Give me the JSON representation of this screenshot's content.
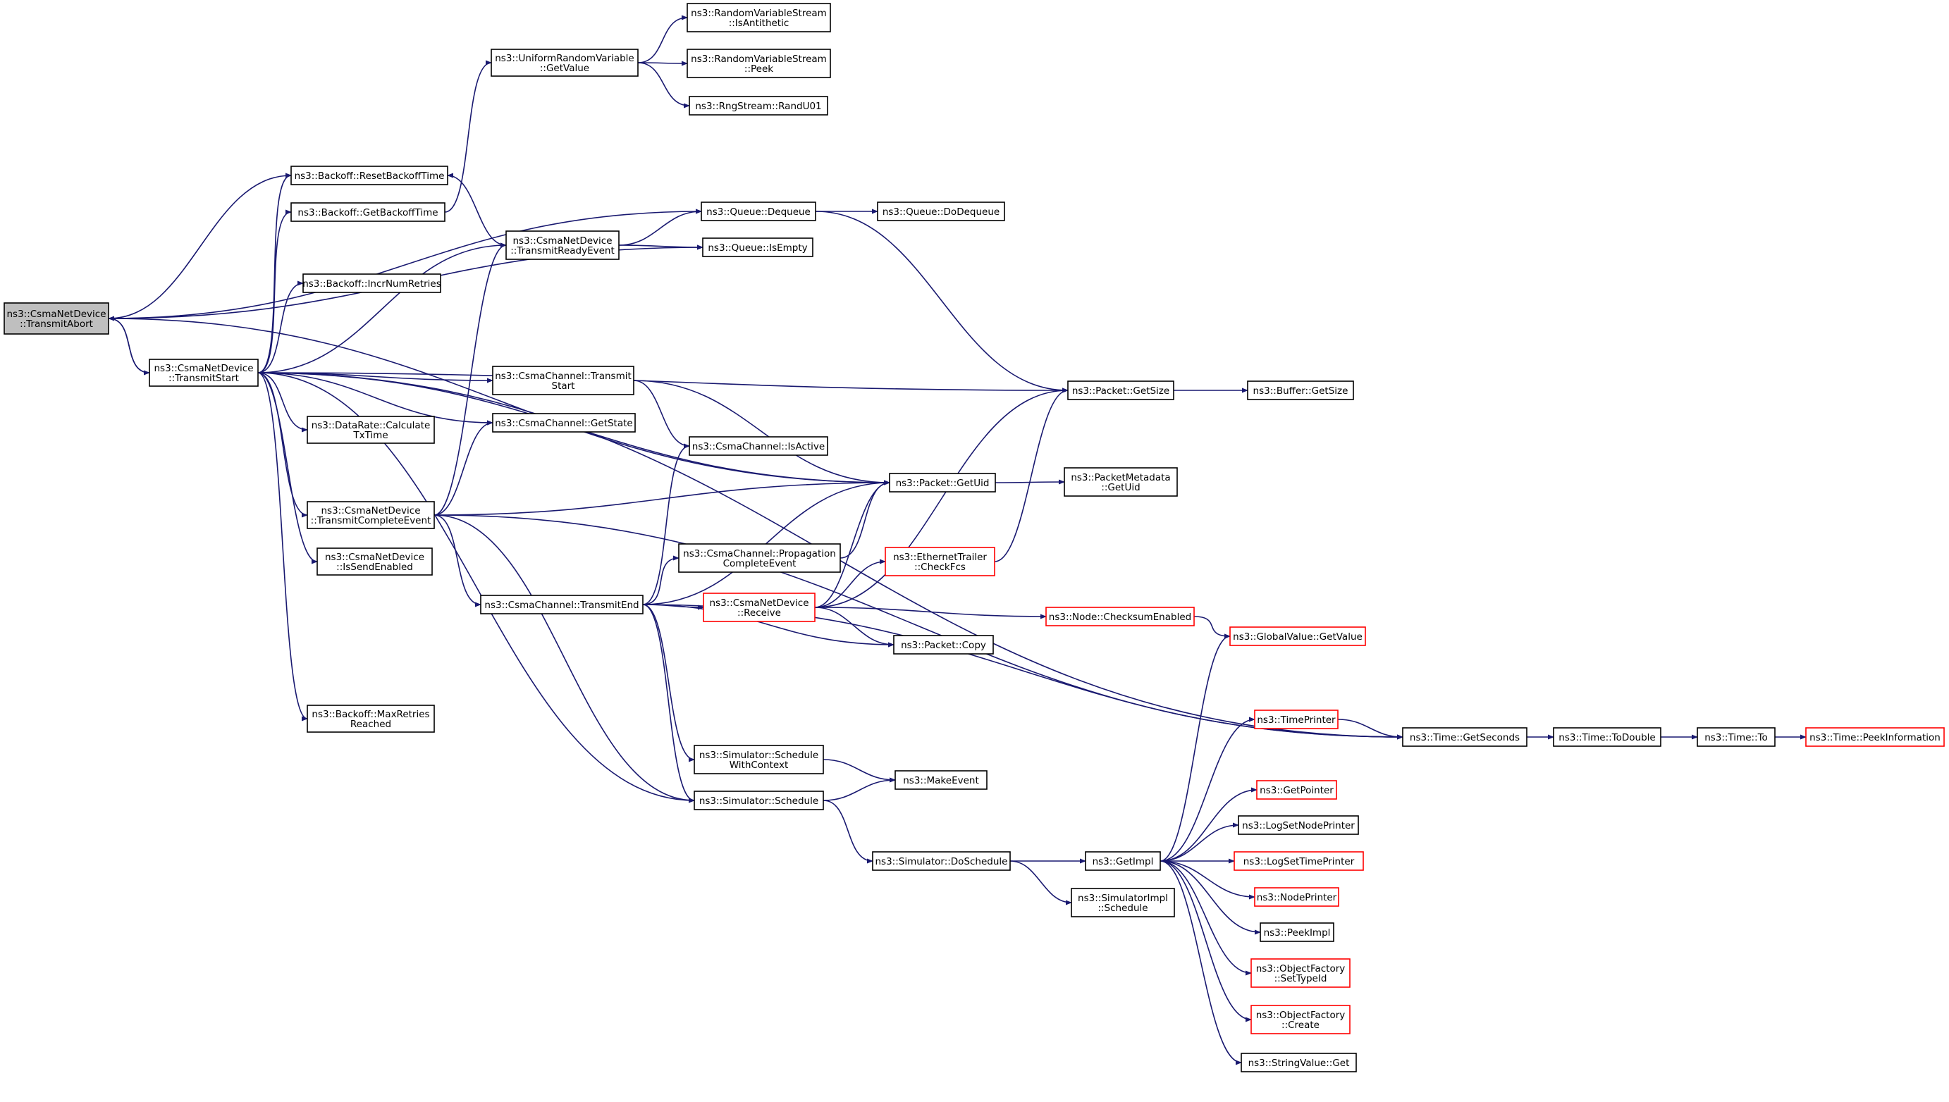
{
  "nodes": {
    "transmit_abort": {
      "lines": [
        "ns3::CsmaNetDevice",
        "::TransmitAbort"
      ],
      "style": "current"
    },
    "transmit_start": {
      "lines": [
        "ns3::CsmaNetDevice",
        "::TransmitStart"
      ],
      "style": "normal"
    },
    "backoff_reset": {
      "lines": [
        "ns3::Backoff::ResetBackoffTime"
      ],
      "style": "normal"
    },
    "backoff_get": {
      "lines": [
        "ns3::Backoff::GetBackoffTime"
      ],
      "style": "normal"
    },
    "backoff_incr": {
      "lines": [
        "ns3::Backoff::IncrNumRetries"
      ],
      "style": "normal"
    },
    "datarate_calc": {
      "lines": [
        "ns3::DataRate::Calculate",
        "TxTime"
      ],
      "style": "normal"
    },
    "transmit_complete": {
      "lines": [
        "ns3::CsmaNetDevice",
        "::TransmitCompleteEvent"
      ],
      "style": "normal"
    },
    "is_send_enabled": {
      "lines": [
        "ns3::CsmaNetDevice",
        "::IsSendEnabled"
      ],
      "style": "normal"
    },
    "backoff_max": {
      "lines": [
        "ns3::Backoff::MaxRetries",
        "Reached"
      ],
      "style": "normal"
    },
    "uniform_getvalue": {
      "lines": [
        "ns3::UniformRandomVariable",
        "::GetValue"
      ],
      "style": "normal"
    },
    "transmit_ready": {
      "lines": [
        "ns3::CsmaNetDevice",
        "::TransmitReadyEvent"
      ],
      "style": "normal"
    },
    "channel_tstart": {
      "lines": [
        "ns3::CsmaChannel::Transmit",
        "Start"
      ],
      "style": "normal"
    },
    "channel_getstate": {
      "lines": [
        "ns3::CsmaChannel::GetState"
      ],
      "style": "normal"
    },
    "channel_tend": {
      "lines": [
        "ns3::CsmaChannel::TransmitEnd"
      ],
      "style": "normal"
    },
    "rvs_isanti": {
      "lines": [
        "ns3::RandomVariableStream",
        "::IsAntithetic"
      ],
      "style": "normal"
    },
    "rvs_peek": {
      "lines": [
        "ns3::RandomVariableStream",
        "::Peek"
      ],
      "style": "normal"
    },
    "rng_randu01": {
      "lines": [
        "ns3::RngStream::RandU01"
      ],
      "style": "normal"
    },
    "queue_dequeue": {
      "lines": [
        "ns3::Queue::Dequeue"
      ],
      "style": "normal"
    },
    "queue_isempty": {
      "lines": [
        "ns3::Queue::IsEmpty"
      ],
      "style": "normal"
    },
    "channel_isactive": {
      "lines": [
        "ns3::CsmaChannel::IsActive"
      ],
      "style": "normal"
    },
    "channel_propag": {
      "lines": [
        "ns3::CsmaChannel::Propagation",
        "CompleteEvent"
      ],
      "style": "normal"
    },
    "netdev_receive": {
      "lines": [
        "ns3::CsmaNetDevice",
        "::Receive"
      ],
      "style": "red"
    },
    "sim_sched_ctx": {
      "lines": [
        "ns3::Simulator::Schedule",
        "WithContext"
      ],
      "style": "normal"
    },
    "sim_schedule": {
      "lines": [
        "ns3::Simulator::Schedule"
      ],
      "style": "normal"
    },
    "queue_dodequeue": {
      "lines": [
        "ns3::Queue::DoDequeue"
      ],
      "style": "normal"
    },
    "packet_getuid": {
      "lines": [
        "ns3::Packet::GetUid"
      ],
      "style": "normal"
    },
    "packet_copy": {
      "lines": [
        "ns3::Packet::Copy"
      ],
      "style": "normal"
    },
    "ethernet_checkfcs": {
      "lines": [
        "ns3::EthernetTrailer",
        "::CheckFcs"
      ],
      "style": "red"
    },
    "make_event": {
      "lines": [
        "ns3::MakeEvent"
      ],
      "style": "normal"
    },
    "sim_doschedule": {
      "lines": [
        "ns3::Simulator::DoSchedule"
      ],
      "style": "normal"
    },
    "node_checksum": {
      "lines": [
        "ns3::Node::ChecksumEnabled"
      ],
      "style": "red"
    },
    "packet_getsize": {
      "lines": [
        "ns3::Packet::GetSize"
      ],
      "style": "normal"
    },
    "pktmeta_getuid": {
      "lines": [
        "ns3::PacketMetadata",
        "::GetUid"
      ],
      "style": "normal"
    },
    "get_impl": {
      "lines": [
        "ns3::GetImpl"
      ],
      "style": "normal"
    },
    "simimpl_schedule": {
      "lines": [
        "ns3::SimulatorImpl",
        "::Schedule"
      ],
      "style": "normal"
    },
    "buffer_getsize": {
      "lines": [
        "ns3::Buffer::GetSize"
      ],
      "style": "normal"
    },
    "globalvalue_get": {
      "lines": [
        "ns3::GlobalValue::GetValue"
      ],
      "style": "red"
    },
    "time_printer": {
      "lines": [
        "ns3::TimePrinter"
      ],
      "style": "red"
    },
    "get_pointer": {
      "lines": [
        "ns3::GetPointer"
      ],
      "style": "red"
    },
    "log_set_node": {
      "lines": [
        "ns3::LogSetNodePrinter"
      ],
      "style": "normal"
    },
    "log_set_time": {
      "lines": [
        "ns3::LogSetTimePrinter"
      ],
      "style": "red"
    },
    "node_printer": {
      "lines": [
        "ns3::NodePrinter"
      ],
      "style": "red"
    },
    "peek_impl": {
      "lines": [
        "ns3::PeekImpl"
      ],
      "style": "normal"
    },
    "objfactory_settype": {
      "lines": [
        "ns3::ObjectFactory",
        "::SetTypeId"
      ],
      "style": "red"
    },
    "objfactory_create": {
      "lines": [
        "ns3::ObjectFactory",
        "::Create"
      ],
      "style": "red"
    },
    "stringvalue_get": {
      "lines": [
        "ns3::StringValue::Get"
      ],
      "style": "normal"
    },
    "time_getseconds": {
      "lines": [
        "ns3::Time::GetSeconds"
      ],
      "style": "normal"
    },
    "time_todouble": {
      "lines": [
        "ns3::Time::ToDouble"
      ],
      "style": "normal"
    },
    "time_to": {
      "lines": [
        "ns3::Time::To"
      ],
      "style": "normal"
    },
    "time_peekinfo": {
      "lines": [
        "ns3::Time::PeekInformation"
      ],
      "style": "red"
    }
  },
  "edges": [
    [
      "transmit_abort",
      "transmit_start"
    ],
    [
      "transmit_abort",
      "backoff_reset"
    ],
    [
      "transmit_abort",
      "queue_dequeue"
    ],
    [
      "transmit_abort",
      "queue_isempty"
    ],
    [
      "transmit_abort",
      "packet_getuid"
    ],
    [
      "transmit_start",
      "transmit_abort"
    ],
    [
      "transmit_start",
      "backoff_reset"
    ],
    [
      "transmit_start",
      "backoff_get"
    ],
    [
      "transmit_start",
      "backoff_incr"
    ],
    [
      "transmit_start",
      "datarate_calc"
    ],
    [
      "transmit_start",
      "transmit_complete"
    ],
    [
      "transmit_start",
      "is_send_enabled"
    ],
    [
      "transmit_start",
      "backoff_max"
    ],
    [
      "transmit_start",
      "transmit_ready"
    ],
    [
      "transmit_start",
      "channel_tstart"
    ],
    [
      "transmit_start",
      "channel_getstate"
    ],
    [
      "transmit_start",
      "packet_getuid"
    ],
    [
      "transmit_start",
      "packet_getsize"
    ],
    [
      "transmit_start",
      "sim_schedule"
    ],
    [
      "transmit_start",
      "time_getseconds"
    ],
    [
      "backoff_get",
      "uniform_getvalue"
    ],
    [
      "uniform_getvalue",
      "rvs_isanti"
    ],
    [
      "uniform_getvalue",
      "rvs_peek"
    ],
    [
      "uniform_getvalue",
      "rng_randu01"
    ],
    [
      "transmit_ready",
      "backoff_reset"
    ],
    [
      "transmit_ready",
      "queue_dequeue"
    ],
    [
      "transmit_ready",
      "queue_isempty"
    ],
    [
      "transmit_complete",
      "transmit_ready"
    ],
    [
      "transmit_complete",
      "channel_getstate"
    ],
    [
      "transmit_complete",
      "channel_tend"
    ],
    [
      "transmit_complete",
      "packet_getuid"
    ],
    [
      "transmit_complete",
      "sim_schedule"
    ],
    [
      "transmit_complete",
      "time_getseconds"
    ],
    [
      "channel_tstart",
      "channel_isactive"
    ],
    [
      "channel_tstart",
      "packet_getuid"
    ],
    [
      "channel_tend",
      "channel_isactive"
    ],
    [
      "channel_tend",
      "channel_propag"
    ],
    [
      "channel_tend",
      "netdev_receive"
    ],
    [
      "channel_tend",
      "packet_copy"
    ],
    [
      "channel_tend",
      "packet_getuid"
    ],
    [
      "channel_tend",
      "sim_sched_ctx"
    ],
    [
      "channel_tend",
      "sim_schedule"
    ],
    [
      "channel_tend",
      "time_getseconds"
    ],
    [
      "channel_propag",
      "packet_getuid"
    ],
    [
      "netdev_receive",
      "packet_getuid"
    ],
    [
      "netdev_receive",
      "ethernet_checkfcs"
    ],
    [
      "netdev_receive",
      "node_checksum"
    ],
    [
      "netdev_receive",
      "packet_copy"
    ],
    [
      "netdev_receive",
      "packet_getsize"
    ],
    [
      "ethernet_checkfcs",
      "packet_getsize"
    ],
    [
      "node_checksum",
      "globalvalue_get"
    ],
    [
      "queue_dequeue",
      "queue_dodequeue"
    ],
    [
      "queue_dequeue",
      "packet_getsize"
    ],
    [
      "packet_getsize",
      "buffer_getsize"
    ],
    [
      "packet_getuid",
      "pktmeta_getuid"
    ],
    [
      "sim_sched_ctx",
      "make_event"
    ],
    [
      "sim_schedule",
      "make_event"
    ],
    [
      "sim_schedule",
      "sim_doschedule"
    ],
    [
      "sim_doschedule",
      "get_impl"
    ],
    [
      "sim_doschedule",
      "simimpl_schedule"
    ],
    [
      "get_impl",
      "globalvalue_get"
    ],
    [
      "get_impl",
      "time_printer"
    ],
    [
      "get_impl",
      "get_pointer"
    ],
    [
      "get_impl",
      "log_set_node"
    ],
    [
      "get_impl",
      "log_set_time"
    ],
    [
      "get_impl",
      "node_printer"
    ],
    [
      "get_impl",
      "peek_impl"
    ],
    [
      "get_impl",
      "objfactory_settype"
    ],
    [
      "get_impl",
      "objfactory_create"
    ],
    [
      "get_impl",
      "stringvalue_get"
    ],
    [
      "time_printer",
      "time_getseconds"
    ],
    [
      "time_getseconds",
      "time_todouble"
    ],
    [
      "time_todouble",
      "time_to"
    ],
    [
      "time_to",
      "time_peekinfo"
    ]
  ],
  "colors": {
    "edge": "#191970",
    "node_border": "#000000",
    "node_border_undocumented": "#ff0000",
    "current_node_fill": "#bfbfbf"
  }
}
